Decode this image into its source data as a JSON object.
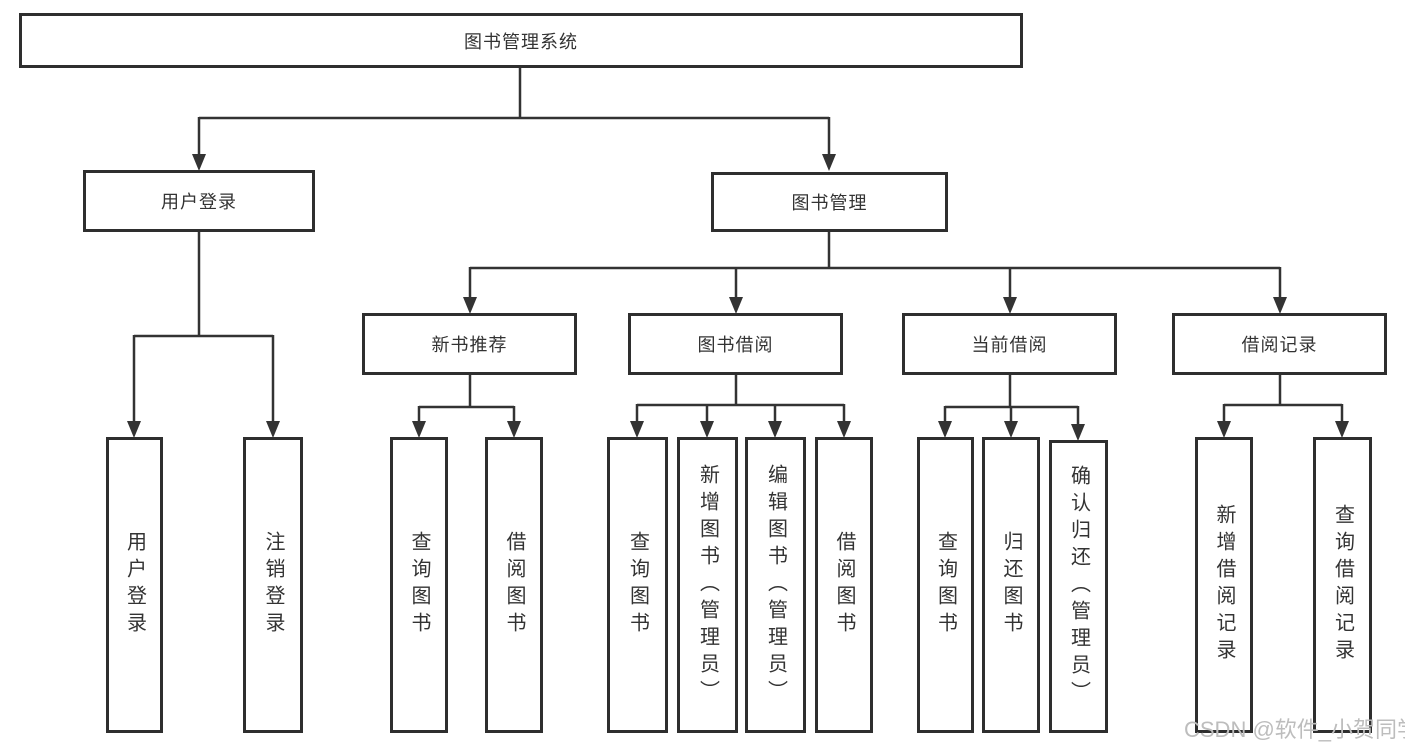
{
  "diagram": {
    "watermark": "CSDN @软件_小贺同学",
    "colors": {
      "line": "#333333",
      "box_border": "#2e2e2e",
      "text": "#333333",
      "background": "#ffffff",
      "watermark_text": "#bdbdbd"
    },
    "tree": {
      "root": "图书管理系统",
      "children": [
        {
          "label": "用户登录",
          "children": [
            "用户登录",
            "注销登录"
          ]
        },
        {
          "label": "图书管理",
          "children": [
            {
              "label": "新书推荐",
              "children": [
                "查询图书",
                "借阅图书"
              ]
            },
            {
              "label": "图书借阅",
              "children": [
                "查询图书",
                "新增图书（管理员）",
                "编辑图书（管理员）",
                "借阅图书"
              ]
            },
            {
              "label": "当前借阅",
              "children": [
                "查询图书",
                "归还图书",
                "确认归还（管理员）"
              ]
            },
            {
              "label": "借阅记录",
              "children": [
                "新增借阅记录",
                "查询借阅记录"
              ]
            }
          ]
        }
      ]
    }
  }
}
